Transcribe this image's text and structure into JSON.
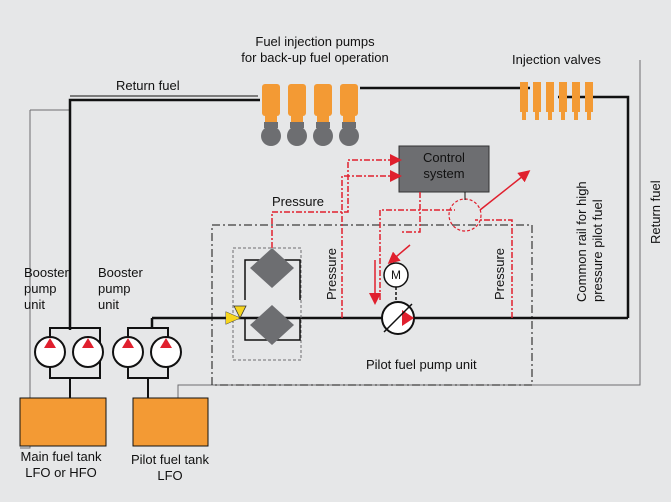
{
  "labels": {
    "fuel_injection_pumps_1": "Fuel injection pumps",
    "fuel_injection_pumps_2": "for back-up fuel operation",
    "injection_valves": "Injection valves",
    "return_fuel_top": "Return fuel",
    "return_fuel_side": "Return fuel",
    "common_rail_1": "Common rail for high",
    "common_rail_2": "pressure pilot fuel",
    "control_system_1": "Control",
    "control_system_2": "system",
    "pressure_top": "Pressure",
    "pressure_left": "Pressure",
    "pressure_right": "Pressure",
    "motor": "M",
    "booster_left_1": "Booster",
    "booster_left_2": "pump",
    "booster_left_3": "unit",
    "booster_right_1": "Booster",
    "booster_right_2": "pump",
    "booster_right_3": "unit",
    "pilot_fuel_pump_unit": "Pilot fuel pump unit",
    "main_tank_1": "Main fuel tank",
    "main_tank_2": "LFO or HFO",
    "pilot_tank_1": "Pilot fuel tank",
    "pilot_tank_2": "LFO"
  },
  "colors": {
    "background": "#e6e7e8",
    "tank": "#f39a34",
    "pump_body": "#f39a34",
    "control_box": "#6d6e71",
    "signal": "#e0202e",
    "pipe": "#111111",
    "thin_line": "#6d6e71"
  }
}
